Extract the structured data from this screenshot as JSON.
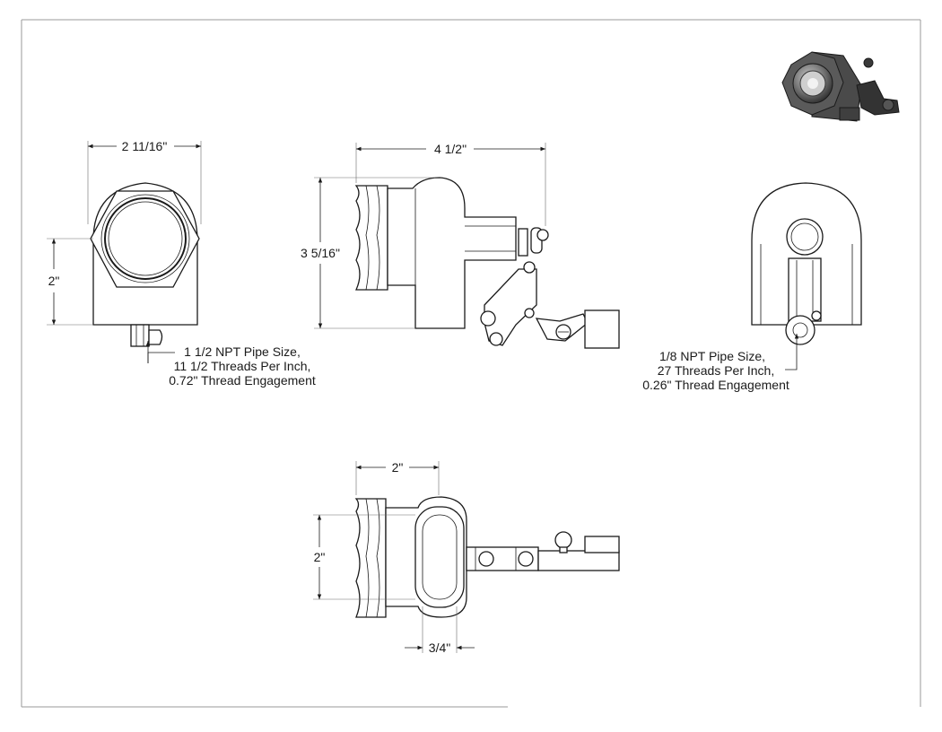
{
  "drawing": {
    "front_view": {
      "width_label": "2 11/16\"",
      "height_label": "2\"",
      "note_lines": [
        "1 1/2 NPT Pipe Size,",
        "11 1/2 Threads Per Inch,",
        "0.72\" Thread Engagement"
      ]
    },
    "side_view": {
      "width_label": "4 1/2\"",
      "height_label": "3 5/16\""
    },
    "rear_view": {
      "note_lines": [
        "1/8 NPT Pipe Size,",
        "27 Threads Per Inch,",
        "0.26\" Thread Engagement"
      ]
    },
    "top_view": {
      "width_label": "2\"",
      "height_label": "2\"",
      "wall_label": "3/4\""
    }
  }
}
